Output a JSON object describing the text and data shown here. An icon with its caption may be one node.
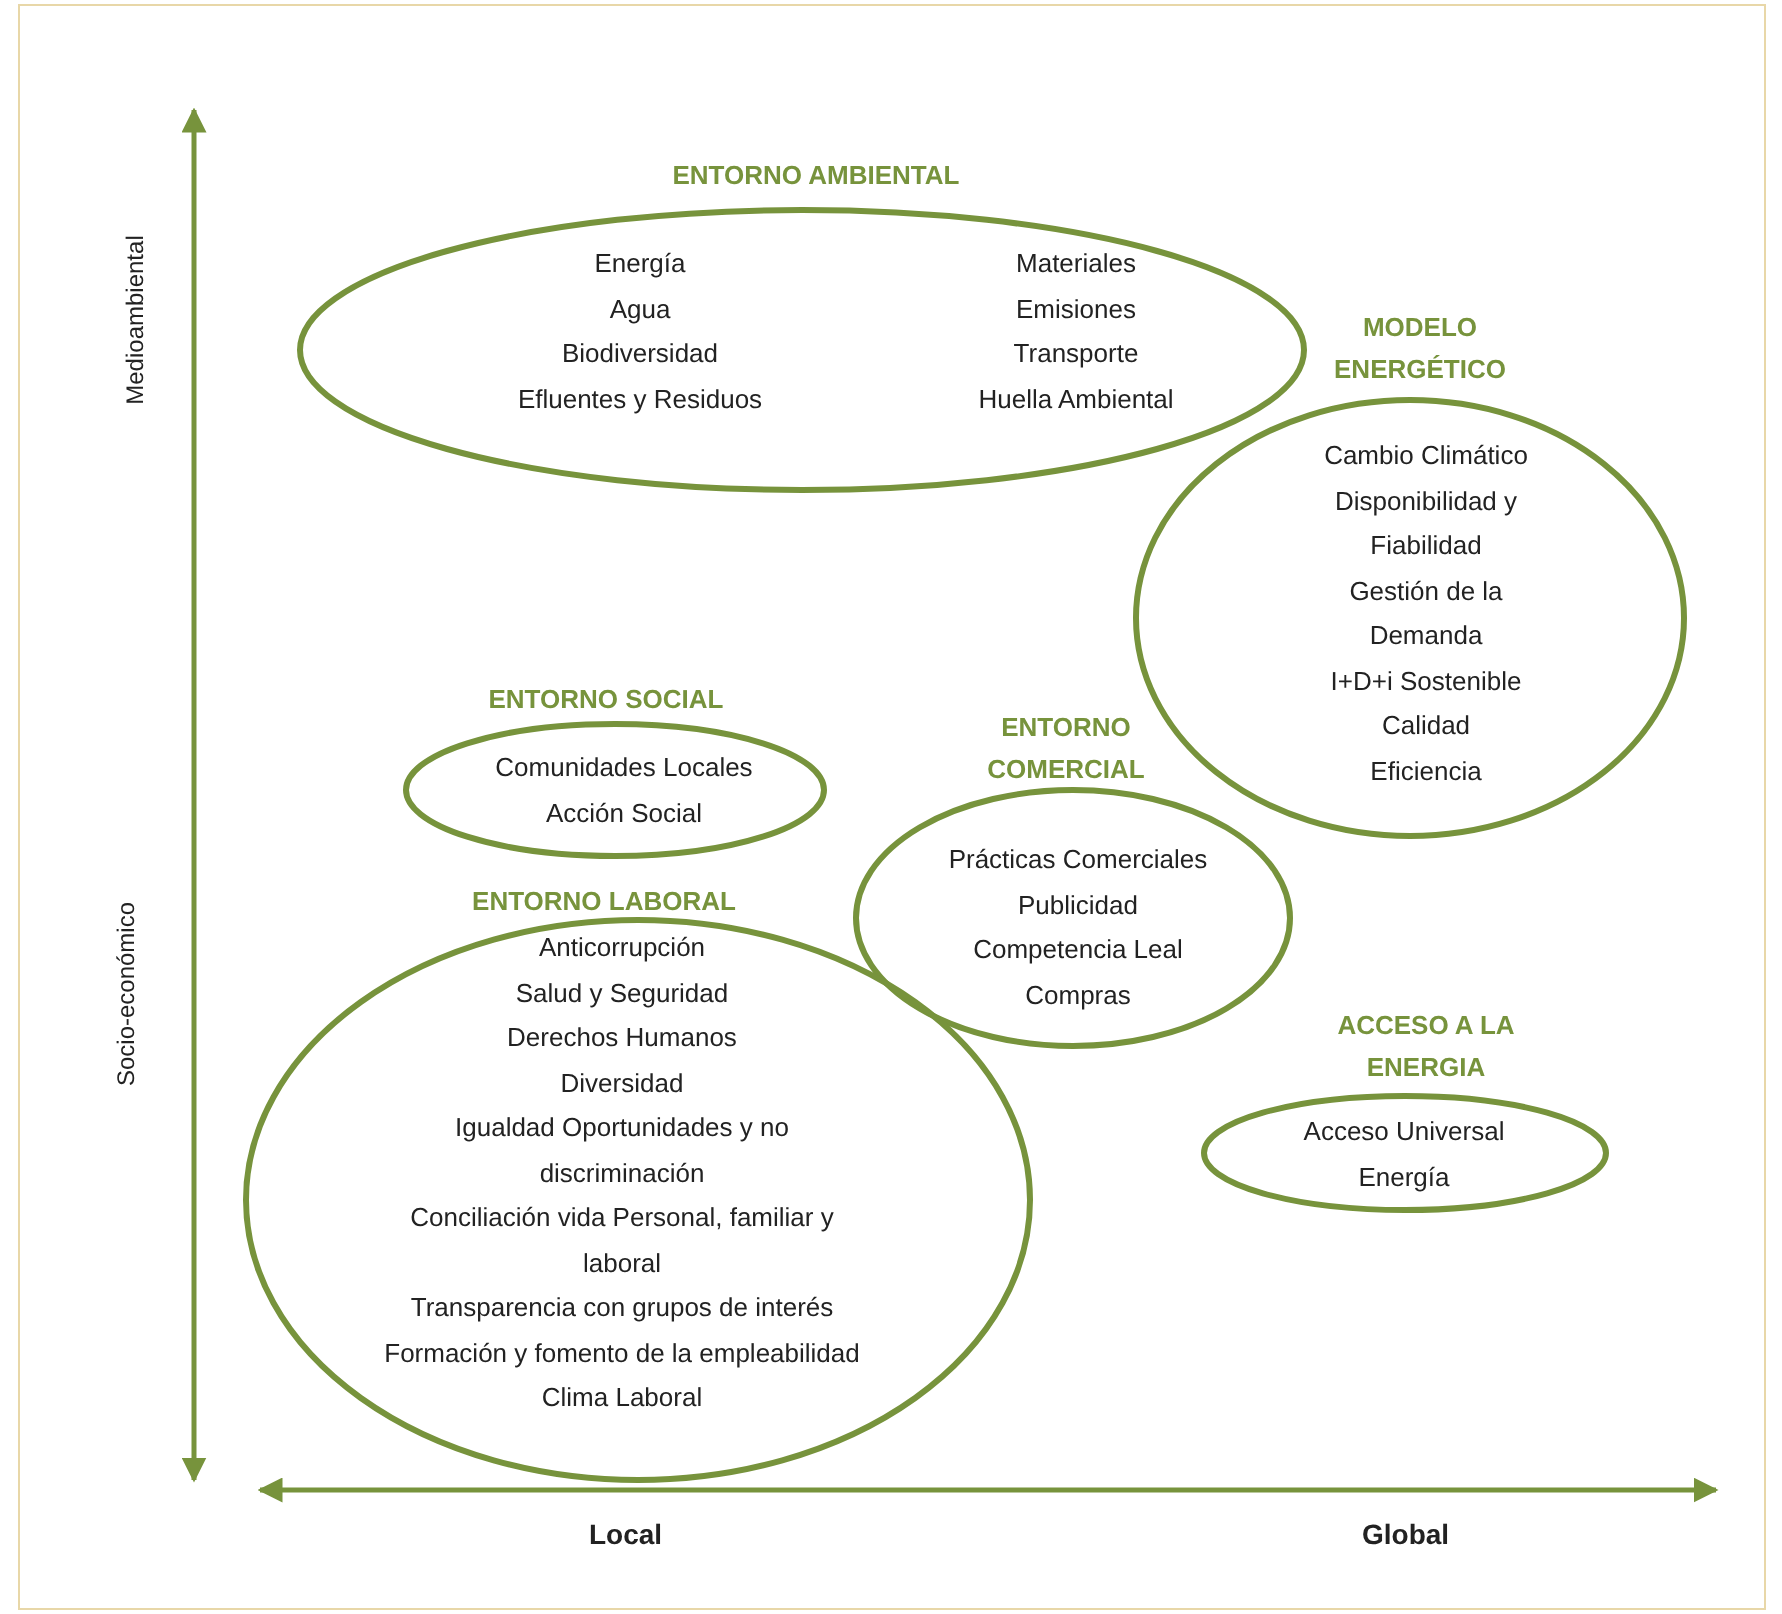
{
  "diagram": {
    "nodes": [
      {
        "text": [
          "ENTORNO AMBIENTAL",
          "Energía",
          "Agua",
          "Biodiversidad",
          "Efluentes y Residuos",
          "Materiales",
          "Emisiones",
          "Transporte",
          "Huella Ambiental"
        ]
      },
      {
        "text": [
          "MODELO ENERGÉTICO",
          "Cambio Climático",
          "Disponibilidad y Fiabilidad",
          "Gestión de la Demanda",
          "I+D+i Sostenible",
          "Calidad",
          "Eficiencia"
        ]
      },
      {
        "text": [
          "ENTORNO SOCIAL",
          "Comunidades Locales",
          "Acción Social"
        ]
      },
      {
        "text": [
          "ENTORNO COMERCIAL",
          "Prácticas Comerciales",
          "Publicidad",
          "Competencia Leal",
          "Compras"
        ]
      },
      {
        "text": [
          "ENTORNO LABORAL",
          "Anticorrupción",
          "Salud y Seguridad",
          "Derechos Humanos",
          "Diversidad",
          "Igualdad Oportunidades y no discriminación",
          "Conciliación vida Personal, familiar y laboral",
          "Transparencia con grupos de interés",
          "Formación y fomento de la empleabilidad",
          "Clima Laboral"
        ]
      },
      {
        "text": [
          "ACCESO A LA ENERGIA",
          "Acceso Universal",
          "Energía"
        ]
      }
    ],
    "labels": [
      "Medioambiental",
      "Socio-económico",
      "Local",
      "Global"
    ]
  }
}
